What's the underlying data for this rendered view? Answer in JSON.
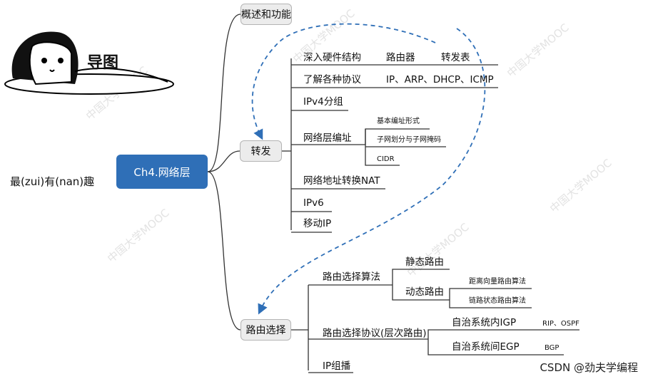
{
  "center": "Ch4.网络层",
  "sticker_text": "导图",
  "caption": "最(zui)有(nan)趣",
  "footer": "CSDN @劲夫学编程",
  "watermark": "中国大学MOOC",
  "branches": {
    "overview": "概述和功能",
    "forwarding": {
      "label": "转发",
      "items": [
        {
          "label": "深入硬件结构",
          "children": [
            "路由器",
            "转发表"
          ]
        },
        {
          "label": "了解各种协议",
          "children": [
            "IP、ARP、DHCP、ICMP"
          ]
        },
        {
          "label": "IPv4分组"
        },
        {
          "label": "网络层编址",
          "children": [
            "基本编址形式",
            "子网划分与子网掩码",
            "CIDR"
          ]
        },
        {
          "label": "网络地址转换NAT"
        },
        {
          "label": "IPv6"
        },
        {
          "label": "移动IP"
        }
      ]
    },
    "routing": {
      "label": "路由选择",
      "items": [
        {
          "label": "路由选择算法",
          "children": [
            {
              "label": "静态路由"
            },
            {
              "label": "动态路由",
              "children": [
                "距离向量路由算法",
                "链路状态路由算法"
              ]
            }
          ]
        },
        {
          "label": "路由选择协议(层次路由)",
          "children": [
            {
              "label": "自治系统内IGP",
              "children": [
                "RIP、OSPF"
              ]
            },
            {
              "label": "自治系统间EGP",
              "children": [
                "BGP"
              ]
            }
          ]
        },
        {
          "label": "IP组播"
        }
      ]
    }
  }
}
